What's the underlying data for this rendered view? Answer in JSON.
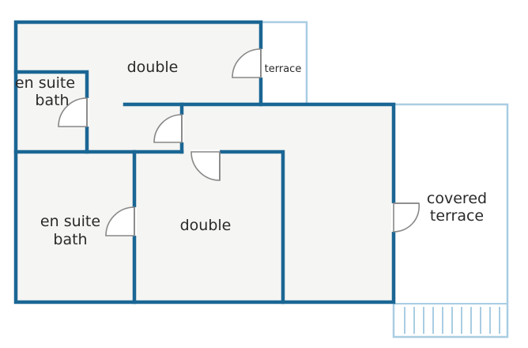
{
  "floorplan": {
    "rooms": {
      "double_top": "double",
      "ensuite_top_line1": "en suite",
      "ensuite_top_line2": "bath",
      "terrace": "terrace",
      "ensuite_bottom_line1": "en suite",
      "ensuite_bottom_line2": "bath",
      "double_bottom": "double",
      "covered_terrace_line1": "covered",
      "covered_terrace_line2": "terrace"
    },
    "colors": {
      "wall": "#1a6694",
      "outdoor_outline": "#a9cde3",
      "floor": "#f5f5f3",
      "door": "#888888"
    }
  }
}
